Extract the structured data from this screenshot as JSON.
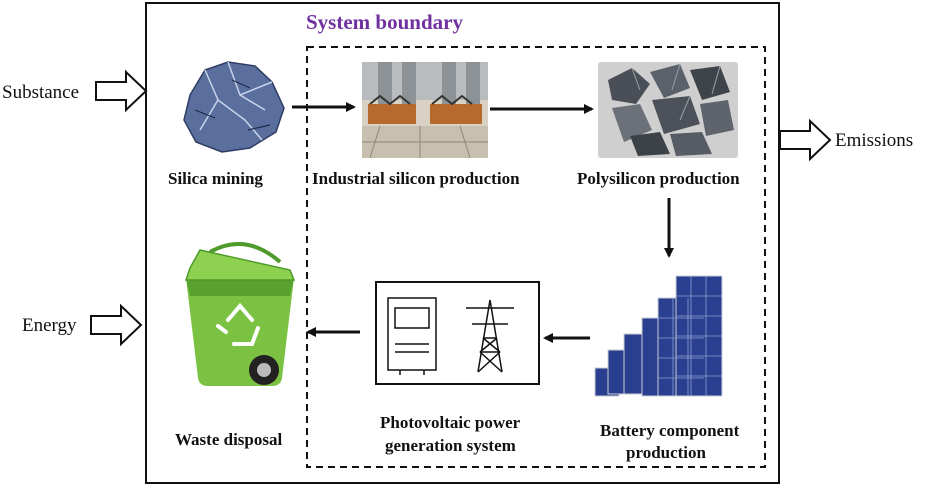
{
  "title": "System boundary",
  "inputs": {
    "substance": "Substance",
    "energy": "Energy"
  },
  "outputs": {
    "emissions": "Emissions"
  },
  "steps": {
    "silica_mining": "Silica mining",
    "industrial_silicon": "Industrial silicon production",
    "polysilicon": "Polysilicon production",
    "battery_line1": "Battery component",
    "battery_line2": "production",
    "pv_line1": "Photovoltaic power",
    "pv_line2": "generation system",
    "waste": "Waste disposal"
  },
  "colors": {
    "title": "#7030a0",
    "bin_green": "#7cc242",
    "bin_dark": "#4e9a2a",
    "panel_blue": "#2a3f8f",
    "rock": "#5a6f9e"
  },
  "icons": [
    "silica-rock-icon",
    "furnace-icon",
    "polysilicon-chunks-icon",
    "solar-panels-icon",
    "inverter-icon",
    "transmission-tower-icon",
    "recycle-bin-icon"
  ]
}
